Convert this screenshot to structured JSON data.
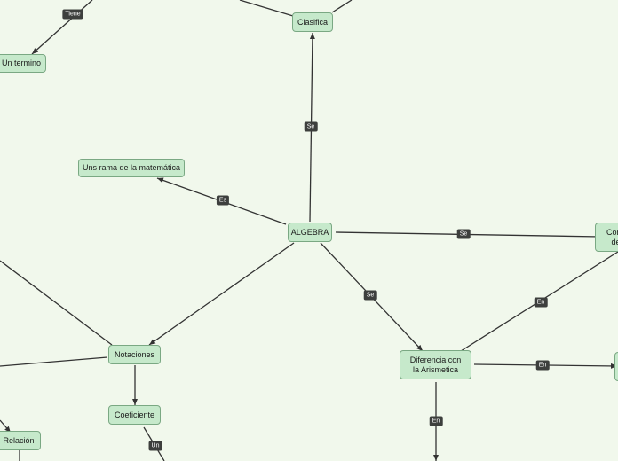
{
  "nodes": {
    "algebra": "ALGEBRA",
    "clasifica": "Clasifica",
    "una_rama": "Uns rama de la matemática",
    "un_termino": "Un termino",
    "notaciones": "Notaciones",
    "coeficiente": "Coeficiente",
    "relacion": "Relación",
    "diferencia": "Diferencia con la Arismetica",
    "cons_partial": "Cons de"
  },
  "links": {
    "tiene": "Tiene",
    "se_top": "Se",
    "es": "Es",
    "se_right": "Se",
    "se_diag": "Se",
    "en_up": "En",
    "en_right": "En",
    "en_down": "En",
    "un": "Un"
  },
  "colors": {
    "background": "#f1f8ec",
    "node_fill": "#c6e9cb",
    "node_border": "#7aa883",
    "edge": "#333333",
    "label_fill": "#3d3f3d"
  }
}
